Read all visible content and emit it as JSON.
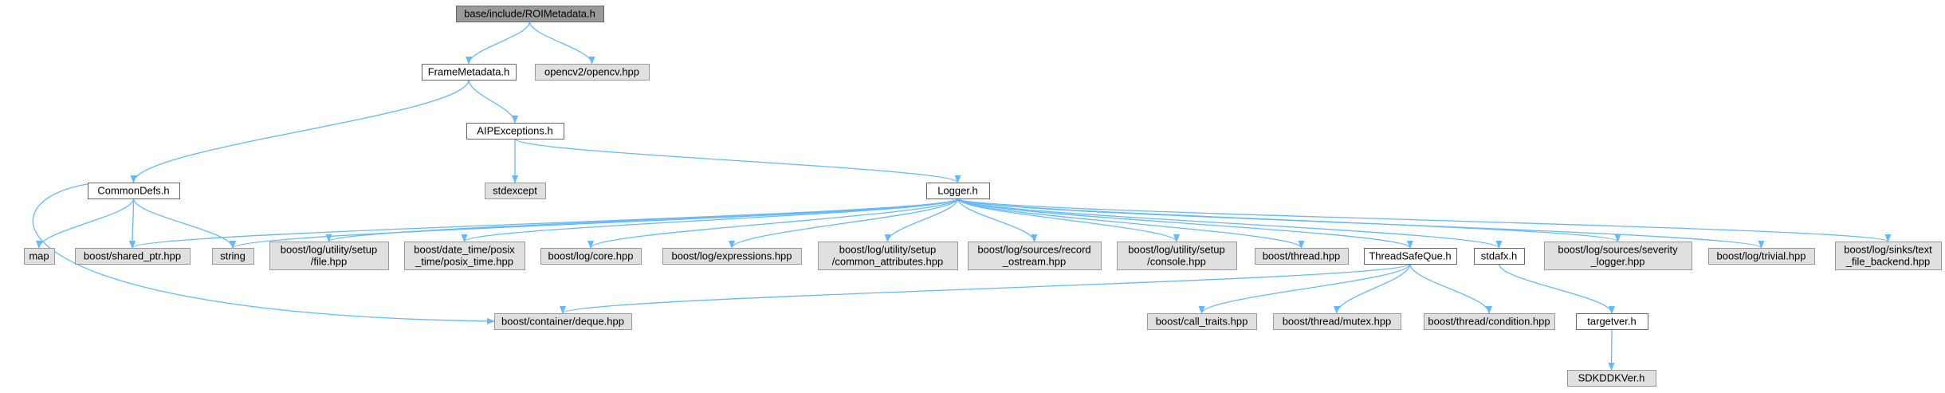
{
  "colors": {
    "root_fill": "#999999",
    "root_stroke": "#666666",
    "local_fill": "#ffffff",
    "local_stroke": "#666666",
    "external_fill": "#e0e0e0",
    "external_stroke": "#999999",
    "edge": "#63b8ff"
  },
  "nodes": [
    {
      "id": "roi",
      "kind": "root",
      "lines": [
        "base/include/ROIMetadata.h"
      ]
    },
    {
      "id": "frame",
      "kind": "local",
      "lines": [
        "FrameMetadata.h"
      ]
    },
    {
      "id": "opencv",
      "kind": "external",
      "lines": [
        "opencv2/opencv.hpp"
      ]
    },
    {
      "id": "aipex",
      "kind": "local",
      "lines": [
        "AIPExceptions.h"
      ]
    },
    {
      "id": "commondefs",
      "kind": "local",
      "lines": [
        "CommonDefs.h"
      ]
    },
    {
      "id": "stdexcept",
      "kind": "external",
      "lines": [
        "stdexcept"
      ]
    },
    {
      "id": "logger",
      "kind": "local",
      "lines": [
        "Logger.h"
      ]
    },
    {
      "id": "map",
      "kind": "external",
      "lines": [
        "map"
      ]
    },
    {
      "id": "sharedptr",
      "kind": "external",
      "lines": [
        "boost/shared_ptr.hpp"
      ]
    },
    {
      "id": "string",
      "kind": "external",
      "lines": [
        "string"
      ]
    },
    {
      "id": "logfile",
      "kind": "external",
      "lines": [
        "boost/log/utility/setup",
        "/file.hpp"
      ]
    },
    {
      "id": "posix",
      "kind": "external",
      "lines": [
        "boost/date_time/posix",
        "_time/posix_time.hpp"
      ]
    },
    {
      "id": "core",
      "kind": "external",
      "lines": [
        "boost/log/core.hpp"
      ]
    },
    {
      "id": "expr",
      "kind": "external",
      "lines": [
        "boost/log/expressions.hpp"
      ]
    },
    {
      "id": "commonattr",
      "kind": "external",
      "lines": [
        "boost/log/utility/setup",
        "/common_attributes.hpp"
      ]
    },
    {
      "id": "recordostream",
      "kind": "external",
      "lines": [
        "boost/log/sources/record",
        "_ostream.hpp"
      ]
    },
    {
      "id": "console",
      "kind": "external",
      "lines": [
        "boost/log/utility/setup",
        "/console.hpp"
      ]
    },
    {
      "id": "thread",
      "kind": "external",
      "lines": [
        "boost/thread.hpp"
      ]
    },
    {
      "id": "threadsafeque",
      "kind": "local",
      "lines": [
        "ThreadSafeQue.h"
      ]
    },
    {
      "id": "stdafx",
      "kind": "local",
      "lines": [
        "stdafx.h"
      ]
    },
    {
      "id": "severity",
      "kind": "external",
      "lines": [
        "boost/log/sources/severity",
        "_logger.hpp"
      ]
    },
    {
      "id": "trivial",
      "kind": "external",
      "lines": [
        "boost/log/trivial.hpp"
      ]
    },
    {
      "id": "textfile",
      "kind": "external",
      "lines": [
        "boost/log/sinks/text",
        "_file_backend.hpp"
      ]
    },
    {
      "id": "deque",
      "kind": "external",
      "lines": [
        "boost/container/deque.hpp"
      ]
    },
    {
      "id": "calltraits",
      "kind": "external",
      "lines": [
        "boost/call_traits.hpp"
      ]
    },
    {
      "id": "mutex",
      "kind": "external",
      "lines": [
        "boost/thread/mutex.hpp"
      ]
    },
    {
      "id": "condition",
      "kind": "external",
      "lines": [
        "boost/thread/condition.hpp"
      ]
    },
    {
      "id": "targetver",
      "kind": "local",
      "lines": [
        "targetver.h"
      ]
    },
    {
      "id": "sdkddk",
      "kind": "external",
      "lines": [
        "SDKDDKVer.h"
      ]
    }
  ],
  "edges": [
    [
      "roi",
      "frame"
    ],
    [
      "roi",
      "opencv"
    ],
    [
      "frame",
      "commondefs"
    ],
    [
      "frame",
      "aipex"
    ],
    [
      "aipex",
      "stdexcept"
    ],
    [
      "aipex",
      "logger"
    ],
    [
      "commondefs",
      "map"
    ],
    [
      "commondefs",
      "sharedptr"
    ],
    [
      "commondefs",
      "string"
    ],
    [
      "commondefs",
      "deque"
    ],
    [
      "logger",
      "sharedptr"
    ],
    [
      "logger",
      "string"
    ],
    [
      "logger",
      "logfile"
    ],
    [
      "logger",
      "posix"
    ],
    [
      "logger",
      "core"
    ],
    [
      "logger",
      "expr"
    ],
    [
      "logger",
      "commonattr"
    ],
    [
      "logger",
      "recordostream"
    ],
    [
      "logger",
      "console"
    ],
    [
      "logger",
      "thread"
    ],
    [
      "logger",
      "threadsafeque"
    ],
    [
      "logger",
      "stdafx"
    ],
    [
      "logger",
      "severity"
    ],
    [
      "logger",
      "trivial"
    ],
    [
      "logger",
      "textfile"
    ],
    [
      "threadsafeque",
      "deque"
    ],
    [
      "threadsafeque",
      "calltraits"
    ],
    [
      "threadsafeque",
      "mutex"
    ],
    [
      "threadsafeque",
      "condition"
    ],
    [
      "stdafx",
      "targetver"
    ],
    [
      "targetver",
      "sdkddk"
    ]
  ]
}
